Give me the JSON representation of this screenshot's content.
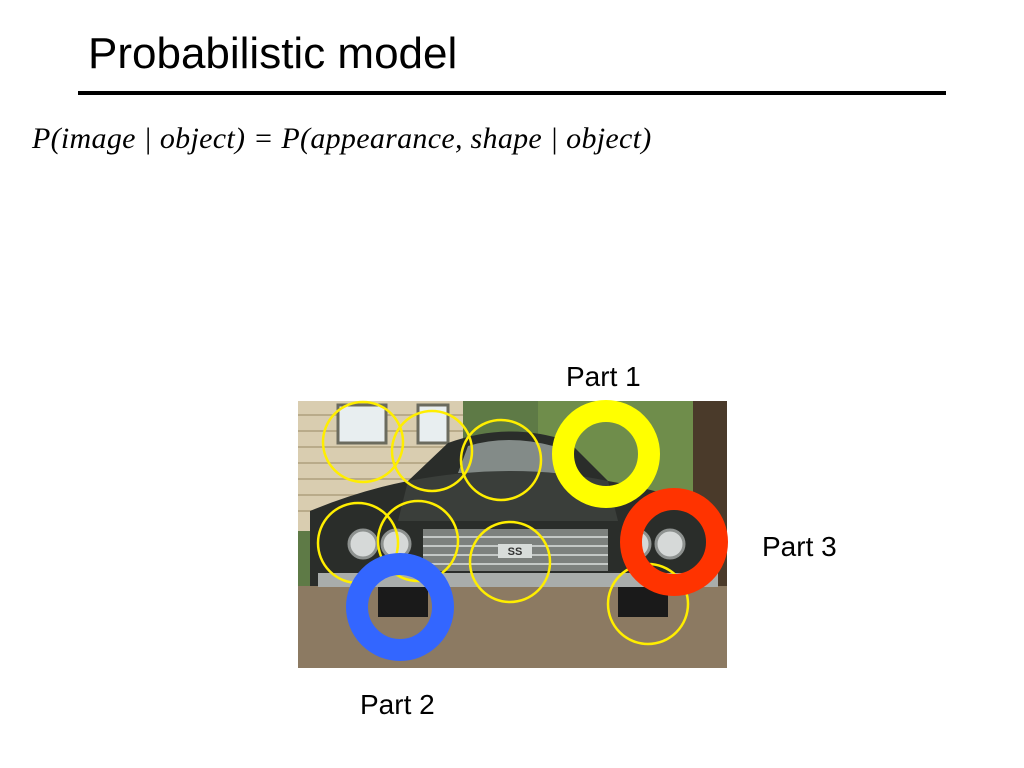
{
  "slide": {
    "title": "Probabilistic model",
    "formula": "P(image | object) = P(appearance, shape | object)"
  },
  "parts": [
    {
      "label": "Part 1",
      "color": "#ffff00"
    },
    {
      "label": "Part 2",
      "color": "#3366ff"
    },
    {
      "label": "Part 3",
      "color": "#ff3300"
    }
  ],
  "feature_circle_color": "#ffee00",
  "photo": {
    "subject": "car-front",
    "emblem": "SS"
  }
}
